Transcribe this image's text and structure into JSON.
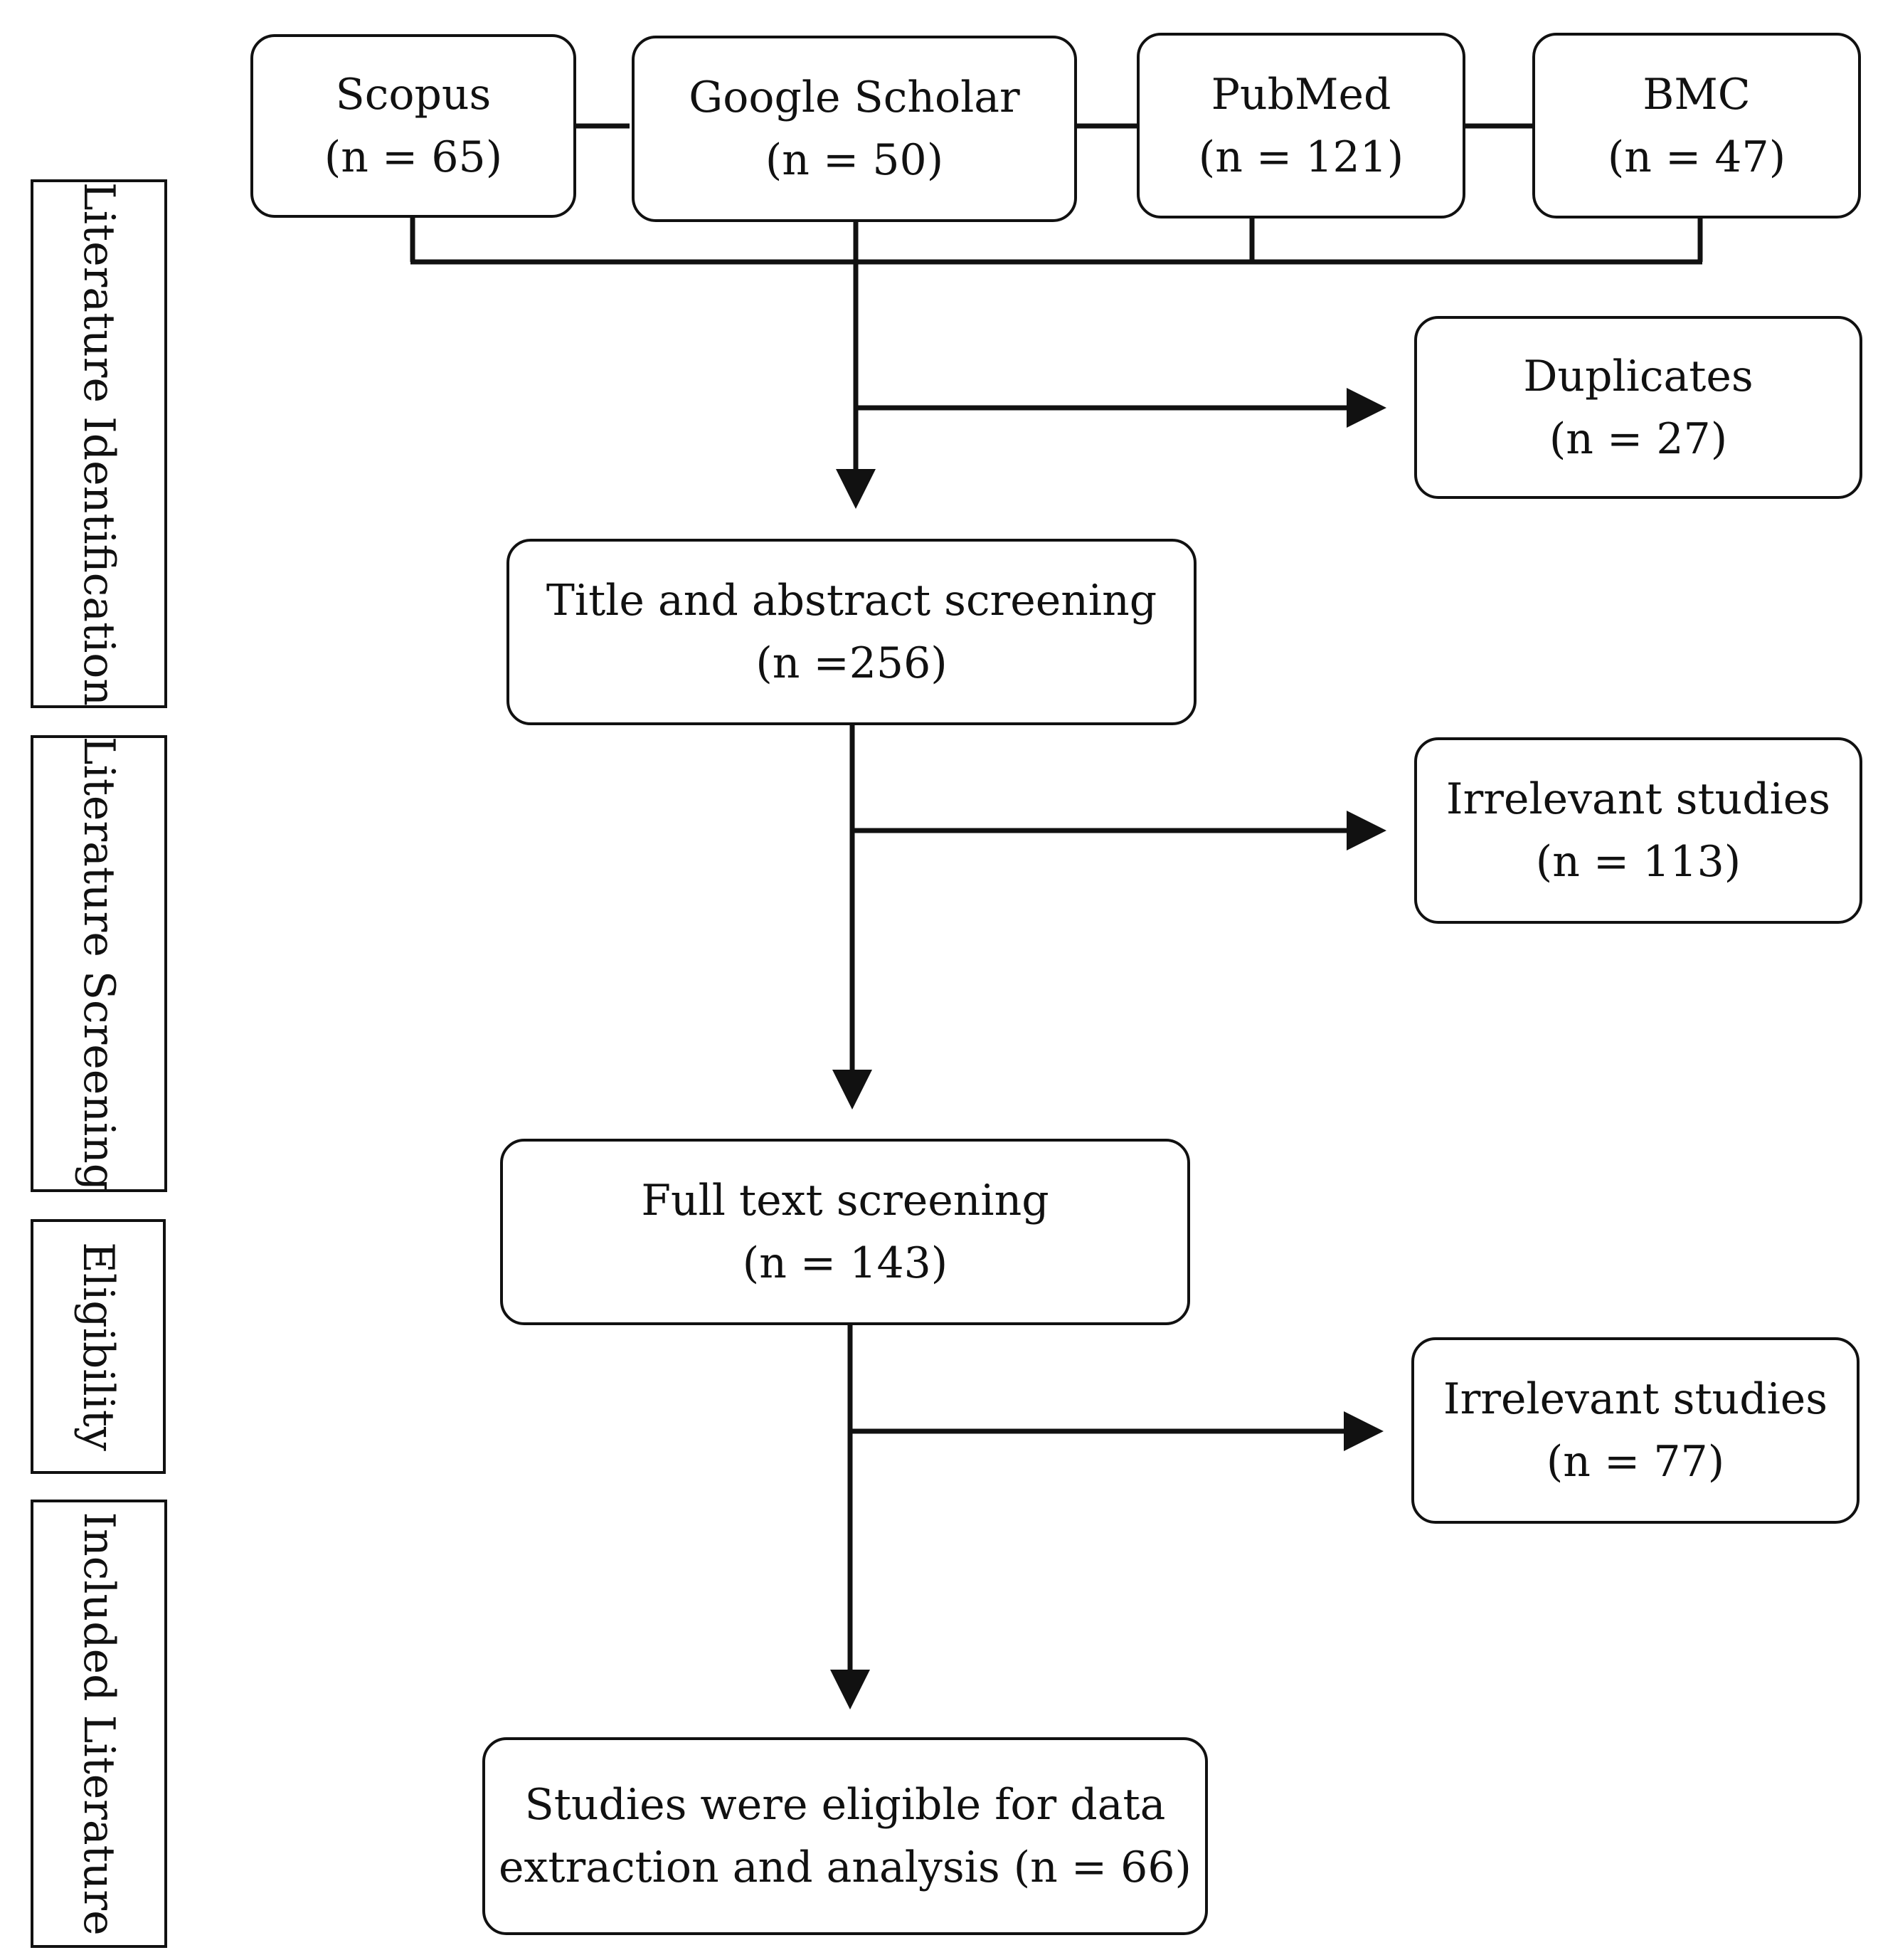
{
  "stages": [
    {
      "label": "Literature Identification"
    },
    {
      "label": "Literature Screening"
    },
    {
      "label": "Eligibility"
    },
    {
      "label": "Included Literature"
    }
  ],
  "sources": [
    {
      "name": "Scopus",
      "count": "(n = 65)"
    },
    {
      "name": "Google Scholar",
      "count": "(n = 50)"
    },
    {
      "name": "PubMed",
      "count": "(n = 121)"
    },
    {
      "name": "BMC",
      "count": "(n = 47)"
    }
  ],
  "exclusions": [
    {
      "name": "Duplicates",
      "count": "(n = 27)"
    },
    {
      "name": "Irrelevant studies",
      "count": "(n = 113)"
    },
    {
      "name": "Irrelevant studies",
      "count": "(n = 77)"
    }
  ],
  "steps": [
    {
      "line1": "Title and abstract screening",
      "line2": "(n =256)"
    },
    {
      "line1": "Full text screening",
      "line2": "(n = 143)"
    },
    {
      "line1": "Studies were eligible for data",
      "line2": "extraction and analysis (n = 66)"
    }
  ]
}
